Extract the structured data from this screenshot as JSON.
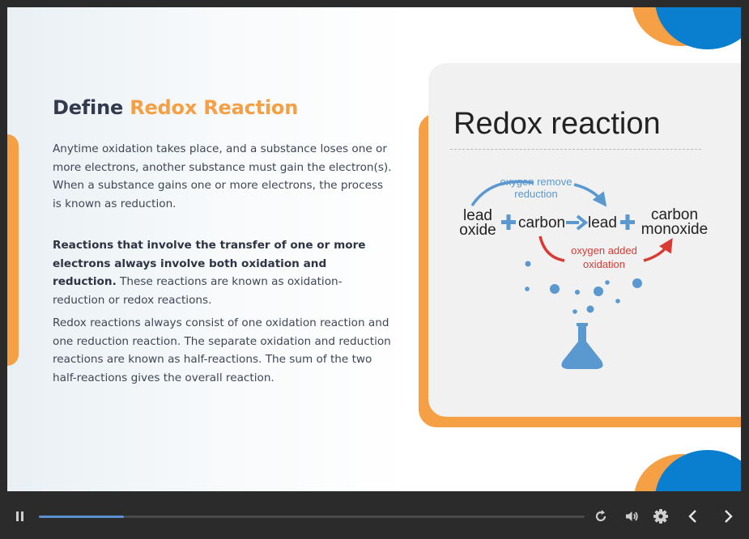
{
  "slide": {
    "title_main": "Define ",
    "title_accent": "Redox Reaction",
    "p1": "Anytime oxidation takes place, and a substance loses one or more electrons, another substance must gain the electron(s). When a substance gains one or more electrons, the process is known as reduction.",
    "p2_bold": "Reactions that involve the transfer of one or more electrons always involve both oxidation and reduction.",
    "p2_rest": " These reactions are known as oxidation-reduction or redox reactions.",
    "p3": "Redox reactions always consist of one oxidation reaction and one reduction reaction. The separate oxidation and reduction reactions are known as half-reactions. The sum of the two half-reactions gives the overall reaction."
  },
  "figure": {
    "title": "Redox reaction",
    "top_arrow_l1": "oxygen remove",
    "top_arrow_l2": "reduction",
    "lead_oxide_l1": "lead",
    "lead_oxide_l2": "oxide",
    "carbon": "carbon",
    "lead": "lead",
    "carbon_monoxide_l1": "carbon",
    "carbon_monoxide_l2": "monoxide",
    "bottom_arrow_l1": "oxygen added",
    "bottom_arrow_l2": "oxidation"
  },
  "player": {
    "progress": 0.156,
    "icons": [
      "pause-icon",
      "replay-icon",
      "volume-icon",
      "gear-icon",
      "chevron-left-icon",
      "chevron-right-icon"
    ]
  },
  "colors": {
    "accent_orange": "#f5a044",
    "accent_blue": "#0a7fd0",
    "reduction_blue": "#5a98d0",
    "oxidation_red": "#d93a34",
    "progress_blue": "#5a8fd0"
  }
}
